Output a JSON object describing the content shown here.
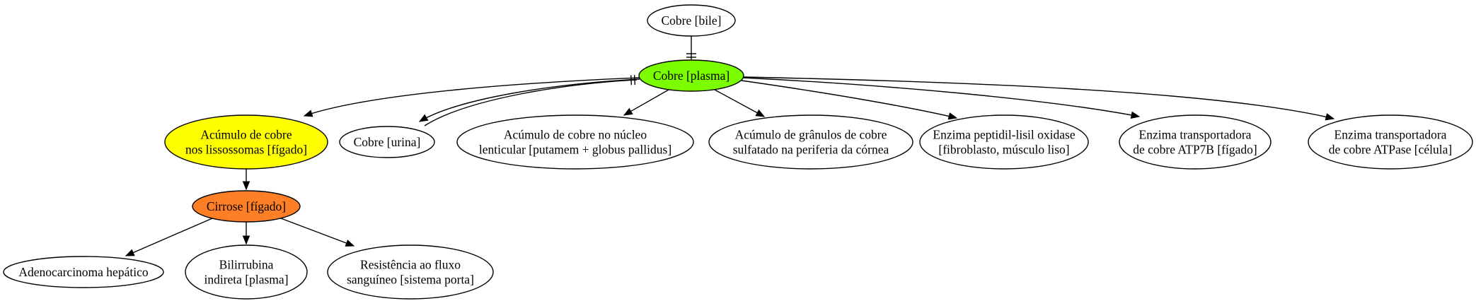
{
  "graph": {
    "nodes": [
      {
        "id": "bile",
        "lines": [
          "Cobre [bile]"
        ],
        "fill": "#ffffff"
      },
      {
        "id": "plasma",
        "lines": [
          "Cobre [plasma]"
        ],
        "fill": "#7cfc00"
      },
      {
        "id": "lisossomas",
        "lines": [
          "Acúmulo de cobre",
          "nos lissossomas [fígado]"
        ],
        "fill": "#ffff00"
      },
      {
        "id": "urina",
        "lines": [
          "Cobre [urina]"
        ],
        "fill": "#ffffff"
      },
      {
        "id": "lenticular",
        "lines": [
          "Acúmulo de cobre no núcleo",
          "lenticular [putamem + globus pallidus]"
        ],
        "fill": "#ffffff"
      },
      {
        "id": "cornea",
        "lines": [
          "Acúmulo de grânulos de cobre",
          "sulfatado na periferia da córnea"
        ],
        "fill": "#ffffff"
      },
      {
        "id": "lisil",
        "lines": [
          "Enzima peptidil-lisil oxidase",
          "[fibroblasto, músculo liso]"
        ],
        "fill": "#ffffff"
      },
      {
        "id": "atp7b",
        "lines": [
          "Enzima transportadora",
          "de cobre ATP7B [fígado]"
        ],
        "fill": "#ffffff"
      },
      {
        "id": "atpase",
        "lines": [
          "Enzima transportadora",
          "de cobre ATPase [célula]"
        ],
        "fill": "#ffffff"
      },
      {
        "id": "cirrose",
        "lines": [
          "Cirrose [fígado]"
        ],
        "fill": "#ff7f27"
      },
      {
        "id": "adeno",
        "lines": [
          "Adenocarcinoma hepático"
        ],
        "fill": "#ffffff"
      },
      {
        "id": "bilirrubina",
        "lines": [
          "Bilirrubina",
          "indireta [plasma]"
        ],
        "fill": "#ffffff"
      },
      {
        "id": "resistencia",
        "lines": [
          "Resistência ao fluxo",
          "sanguíneo [sistema porta]"
        ],
        "fill": "#ffffff"
      }
    ],
    "edges": [
      {
        "from": "bile",
        "to": "plasma",
        "type": "tee"
      },
      {
        "from": "plasma",
        "to": "lisossomas",
        "type": "arrow"
      },
      {
        "from": "plasma",
        "to": "urina",
        "type": "arrow"
      },
      {
        "from": "urina",
        "to": "plasma",
        "type": "tee"
      },
      {
        "from": "plasma",
        "to": "lenticular",
        "type": "arrow"
      },
      {
        "from": "plasma",
        "to": "cornea",
        "type": "arrow"
      },
      {
        "from": "plasma",
        "to": "lisil",
        "type": "arrow"
      },
      {
        "from": "plasma",
        "to": "atp7b",
        "type": "arrow"
      },
      {
        "from": "plasma",
        "to": "atpase",
        "type": "arrow"
      },
      {
        "from": "lisossomas",
        "to": "cirrose",
        "type": "arrow"
      },
      {
        "from": "cirrose",
        "to": "adeno",
        "type": "arrow"
      },
      {
        "from": "cirrose",
        "to": "bilirrubina",
        "type": "arrow"
      },
      {
        "from": "cirrose",
        "to": "resistencia",
        "type": "arrow"
      }
    ]
  }
}
